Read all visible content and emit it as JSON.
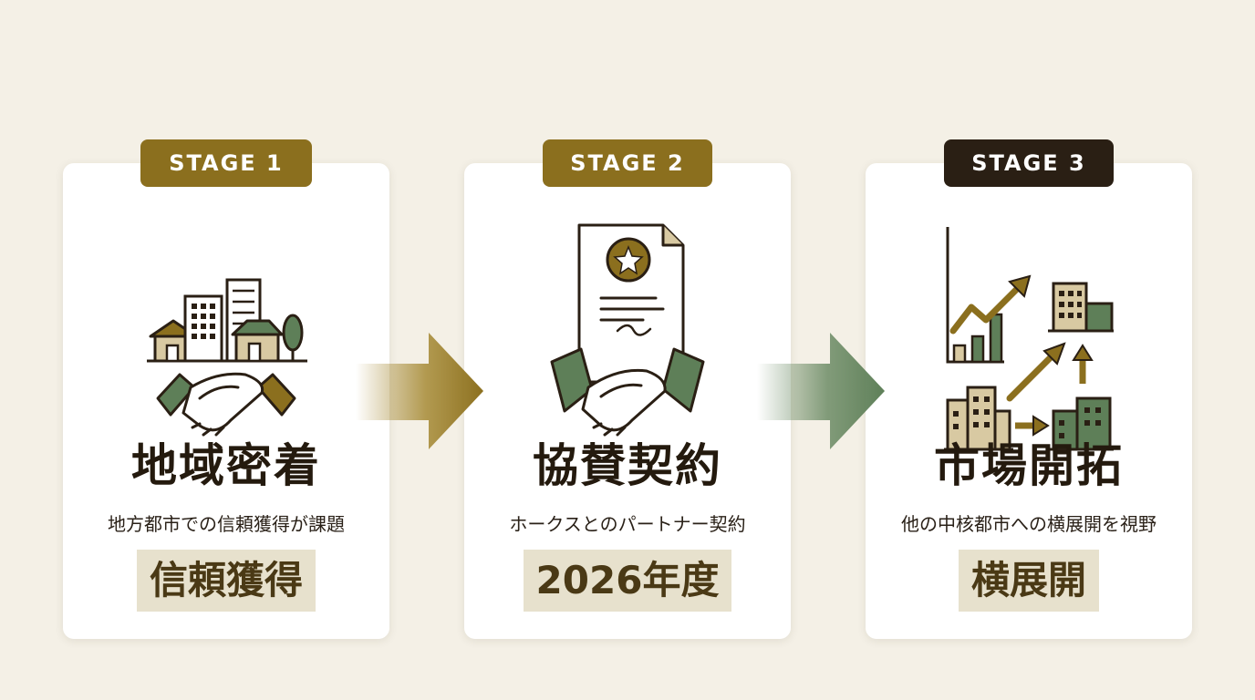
{
  "stages": [
    {
      "badge": "STAGE 1",
      "title": "地域密着",
      "description": "地方都市での信頼獲得が課題",
      "tag": "信頼獲得",
      "icon": "town-handshake-icon",
      "badge_color": "#8b6f1e"
    },
    {
      "badge": "STAGE 2",
      "title": "協賛契約",
      "description": "ホークスとのパートナー契約",
      "tag": "2026年度",
      "icon": "contract-handshake-icon",
      "badge_color": "#8b6f1e"
    },
    {
      "badge": "STAGE 3",
      "title": "市場開拓",
      "description": "他の中核都市への横展開を視野",
      "tag": "横展開",
      "icon": "market-expansion-icon",
      "badge_color": "#2a1f14"
    }
  ],
  "colors": {
    "gold": "#8b6f1e",
    "green": "#5e7f58",
    "dark": "#2a1f14",
    "tan": "#d8c9a2",
    "background": "#f4f0e6"
  }
}
